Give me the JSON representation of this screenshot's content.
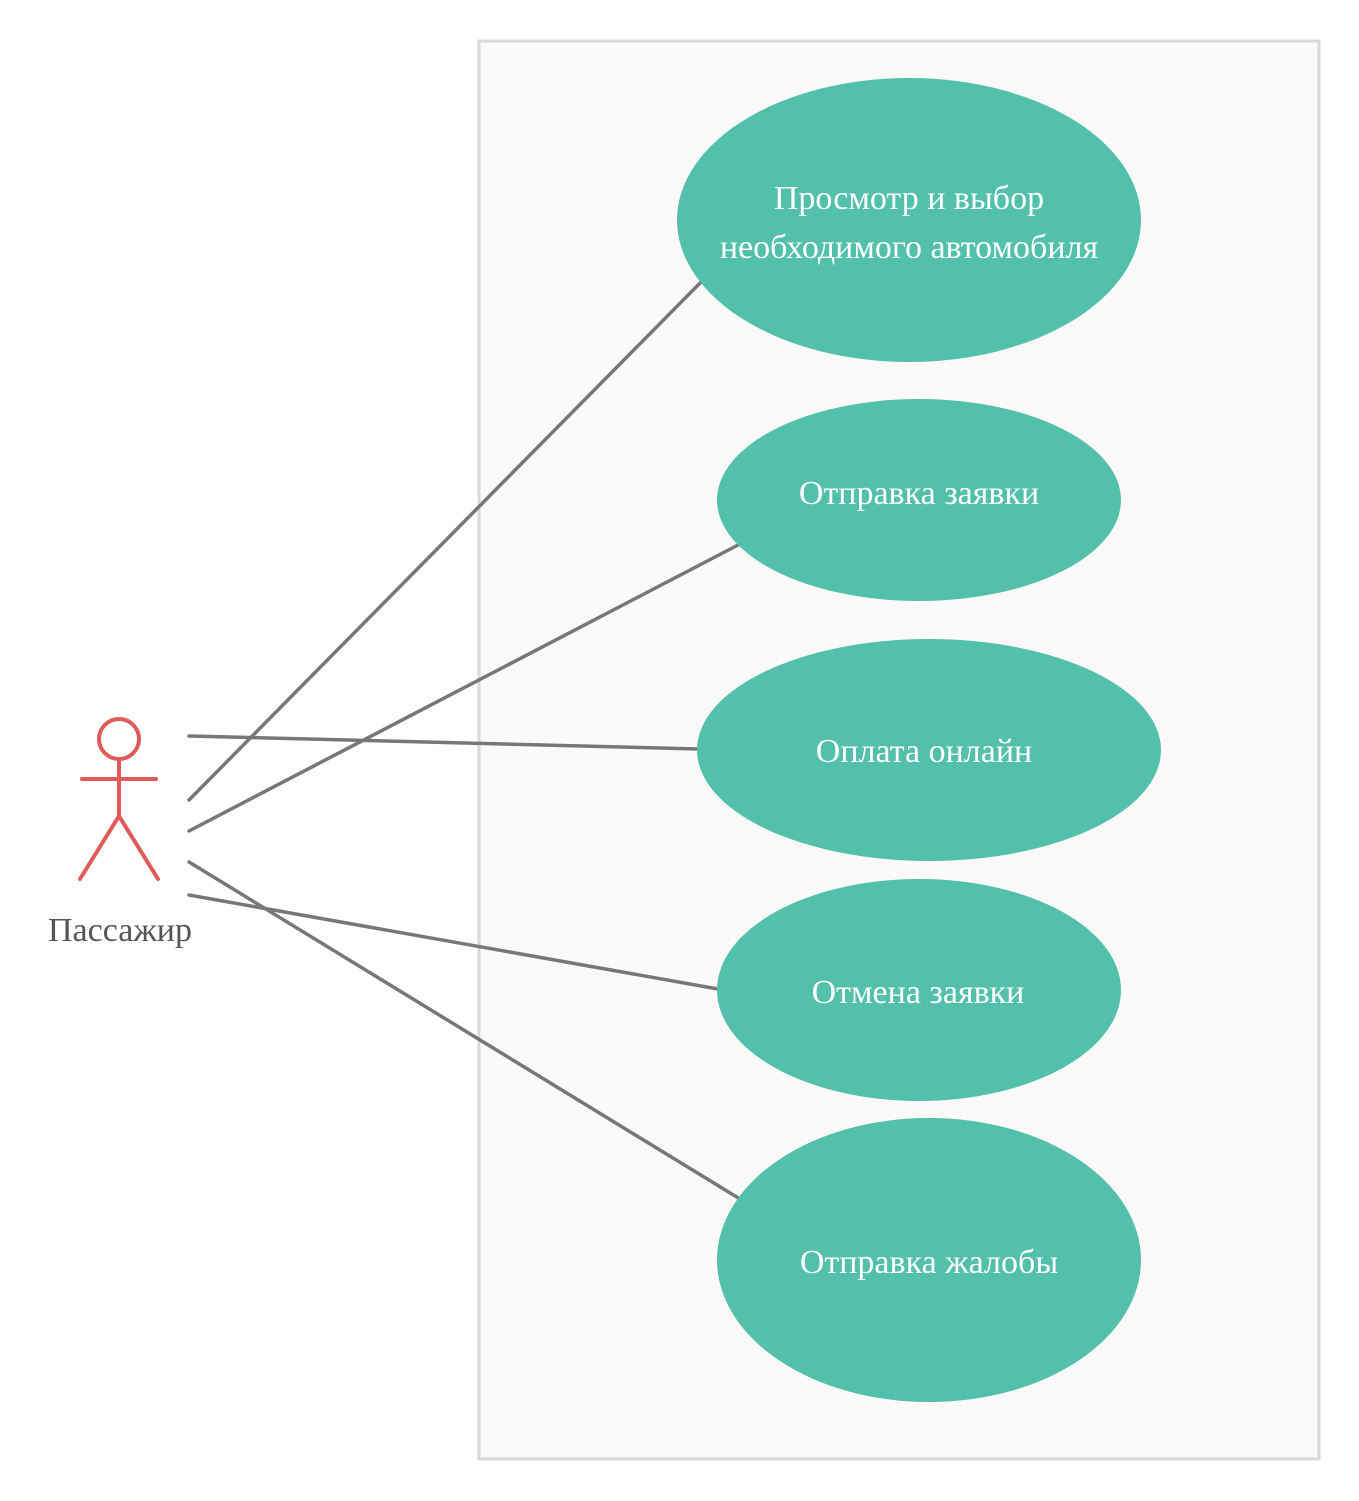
{
  "diagram": {
    "type": "use-case",
    "actor": {
      "name": "Пассажир",
      "color": "#e05a5a",
      "label_color": "#555555"
    },
    "system_boundary": {
      "fill": "#fbfaf9",
      "stroke": "#d8d8d8"
    },
    "use_cases": [
      {
        "id": "uc1",
        "lines": [
          "Просмотр и выбор",
          "необходимого автомобиля"
        ]
      },
      {
        "id": "uc2",
        "lines": [
          "Отправка заявки"
        ]
      },
      {
        "id": "uc3",
        "lines": [
          "Оплата онлайн"
        ]
      },
      {
        "id": "uc4",
        "lines": [
          "Отмена заявки"
        ]
      },
      {
        "id": "uc5",
        "lines": [
          "Отправка жалобы"
        ]
      }
    ],
    "associations": [
      {
        "from": "actor",
        "to": "uc1"
      },
      {
        "from": "actor",
        "to": "uc2"
      },
      {
        "from": "actor",
        "to": "uc3"
      },
      {
        "from": "actor",
        "to": "uc4"
      },
      {
        "from": "actor",
        "to": "uc5"
      }
    ],
    "colors": {
      "use_case_fill": "#52c0ab",
      "use_case_text": "#ffffff",
      "association_line": "#777777"
    }
  }
}
